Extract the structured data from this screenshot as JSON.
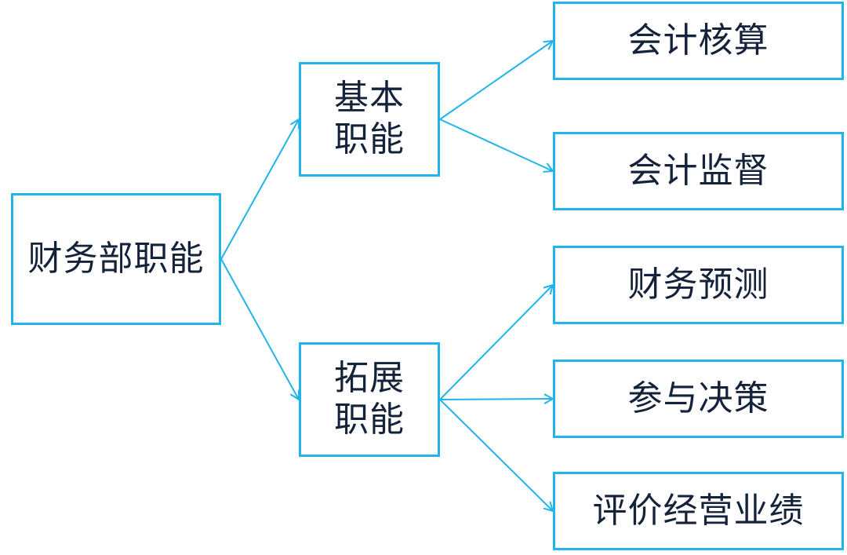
{
  "diagram": {
    "root": {
      "label": "财务部职能"
    },
    "branches": [
      {
        "label": "基本\n职能",
        "children": [
          {
            "label": "会计核算"
          },
          {
            "label": "会计监督"
          }
        ]
      },
      {
        "label": "拓展\n职能",
        "children": [
          {
            "label": "财务预测"
          },
          {
            "label": "参与决策"
          },
          {
            "label": "评价经营业绩"
          }
        ]
      }
    ],
    "colors": {
      "line": "#20b4ea",
      "border": "#20b4ea",
      "text": "#14223a"
    }
  }
}
